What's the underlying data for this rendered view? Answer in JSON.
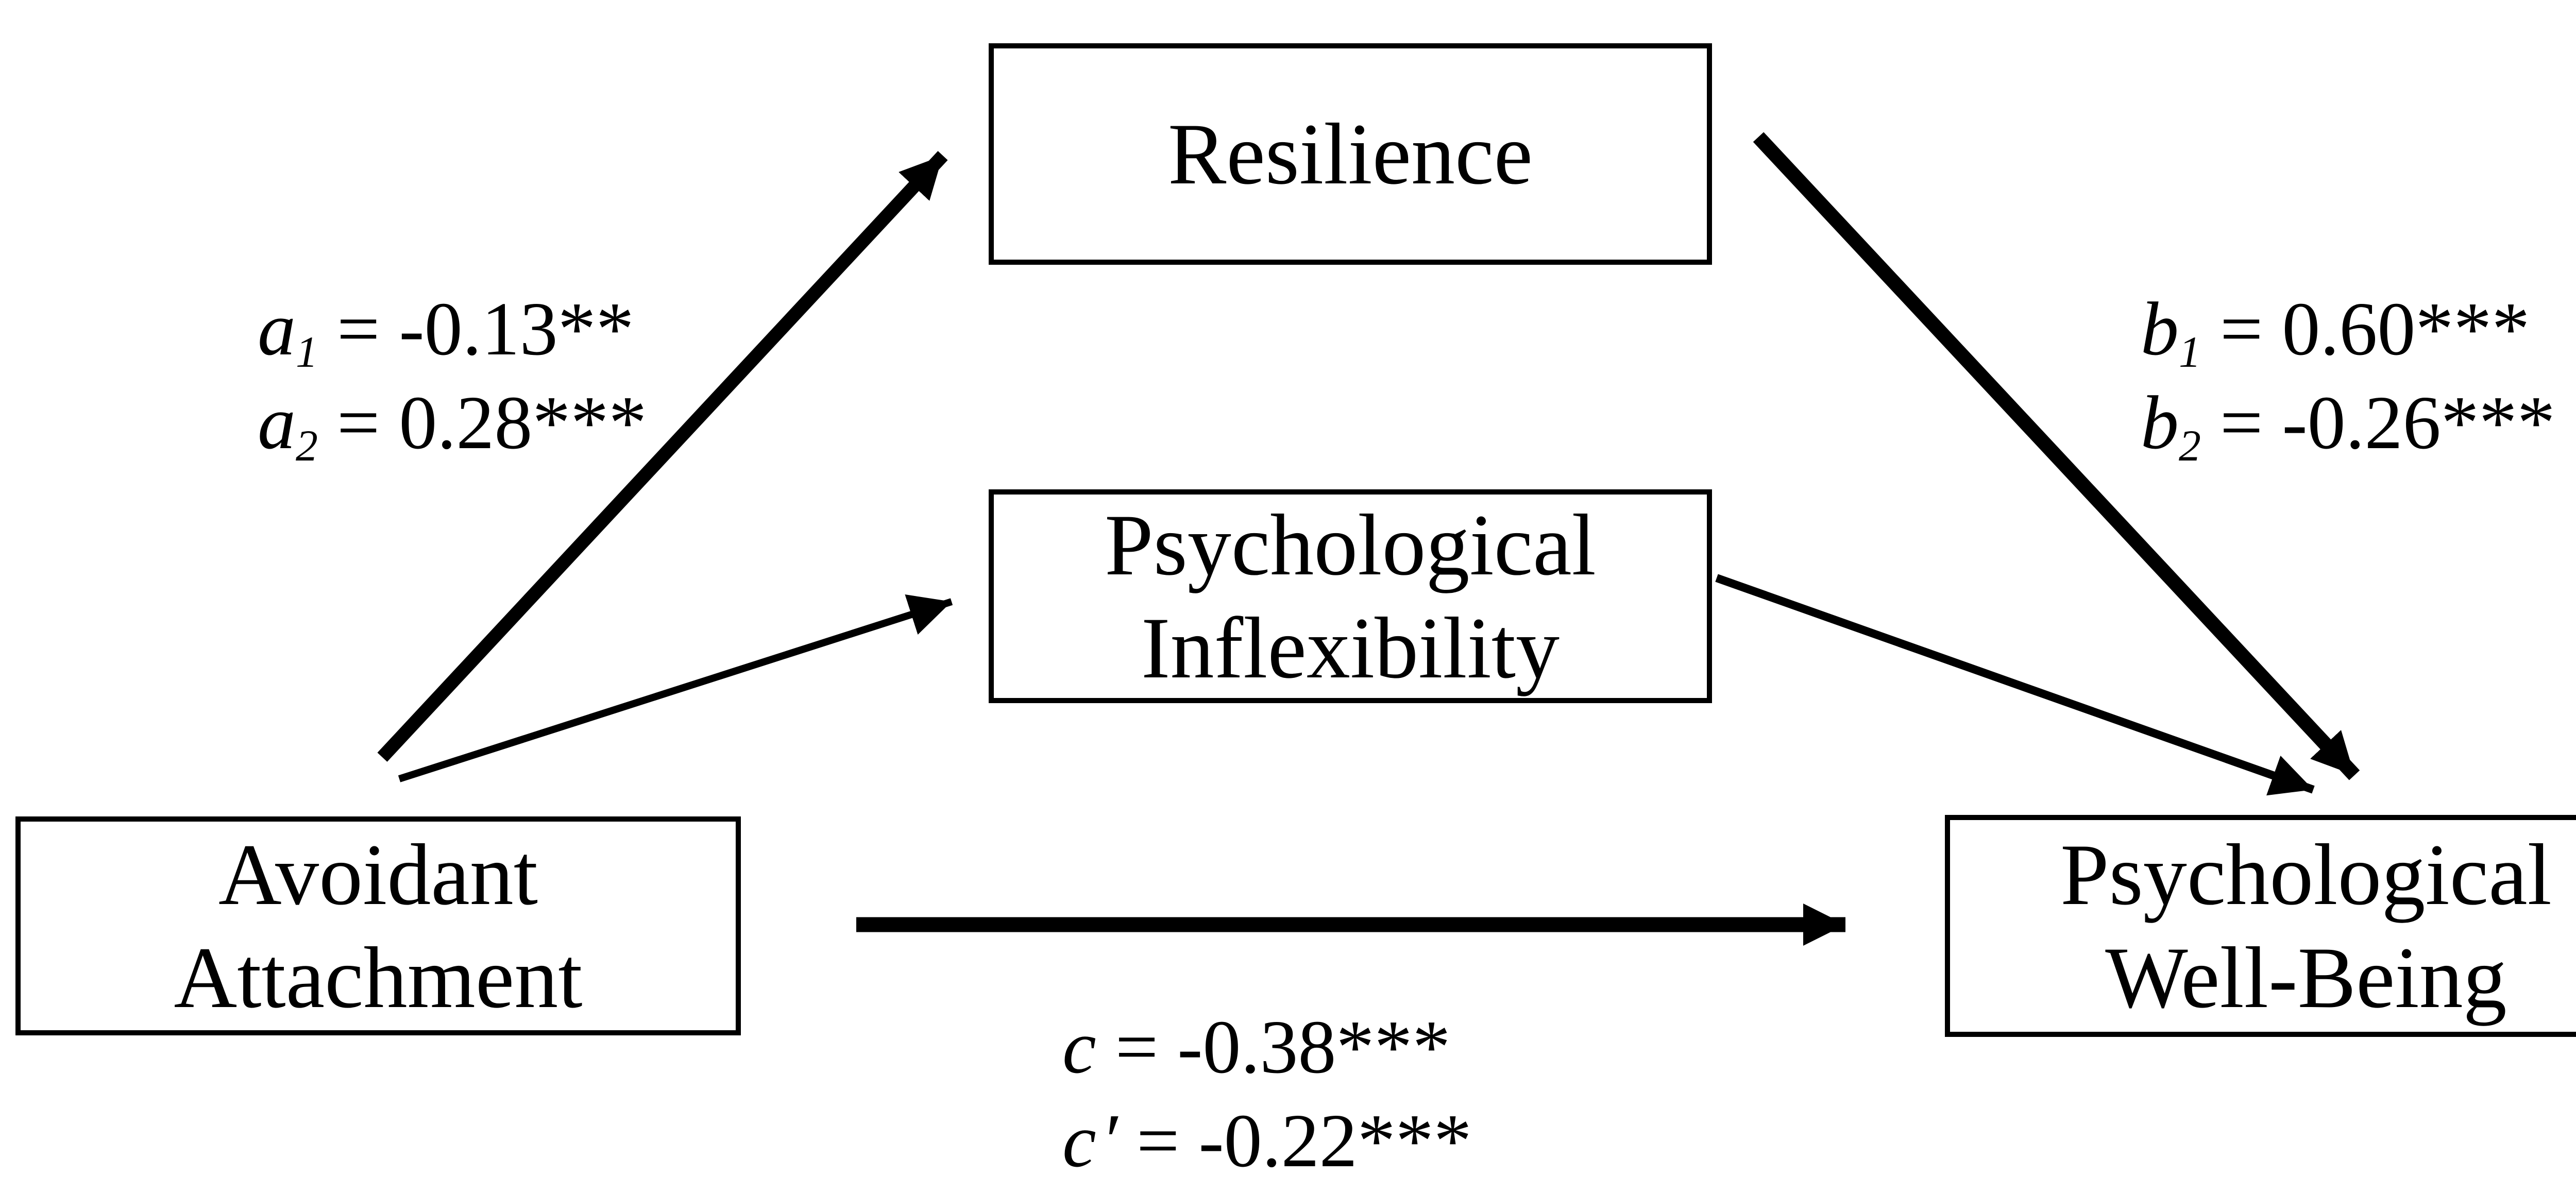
{
  "diagram": {
    "type": "mediation-path-model",
    "background": "#ffffff",
    "ink": "#000000"
  },
  "boxes": {
    "resilience": {
      "label": "Resilience"
    },
    "inflexibility": {
      "line1": "Psychological",
      "line2": "Inflexibility"
    },
    "avoidant": {
      "line1": "Avoidant",
      "line2": "Attachment"
    },
    "wellbeing": {
      "line1": "Psychological",
      "line2": "Well-Being"
    }
  },
  "coefficients": {
    "a1": {
      "var": "a",
      "sub": "1",
      "eq": " = -0.13**"
    },
    "a2": {
      "var": "a",
      "sub": "2",
      "eq": " = 0.28***"
    },
    "b1": {
      "var": "b",
      "sub": "1",
      "eq": " = 0.60***"
    },
    "b2": {
      "var": "b",
      "sub": "2",
      "eq": " = -0.26***"
    },
    "c": {
      "var": "c",
      "sub": "",
      "eq": " = -0.38***"
    },
    "cprime": {
      "var": "c",
      "sub": "",
      "prime": "′",
      "eq": " = -0.22***"
    }
  },
  "paths": [
    {
      "id": "a1",
      "from": "Avoidant Attachment",
      "to": "Resilience",
      "coefficient": "-0.13",
      "significance": "**",
      "weight": "thick"
    },
    {
      "id": "a2",
      "from": "Avoidant Attachment",
      "to": "Psychological Inflexibility",
      "coefficient": "0.28",
      "significance": "***",
      "weight": "thin"
    },
    {
      "id": "b1",
      "from": "Resilience",
      "to": "Psychological Well-Being",
      "coefficient": "0.60",
      "significance": "***",
      "weight": "thick"
    },
    {
      "id": "b2",
      "from": "Psychological Inflexibility",
      "to": "Psychological Well-Being",
      "coefficient": "-0.26",
      "significance": "***",
      "weight": "thin"
    },
    {
      "id": "c",
      "from": "Avoidant Attachment",
      "to": "Psychological Well-Being",
      "coefficient": "-0.38",
      "significance": "***",
      "weight": "thick"
    },
    {
      "id": "c-prime",
      "from": "Avoidant Attachment",
      "to": "Psychological Well-Being",
      "coefficient": "-0.22",
      "significance": "***",
      "weight": "thick"
    }
  ]
}
